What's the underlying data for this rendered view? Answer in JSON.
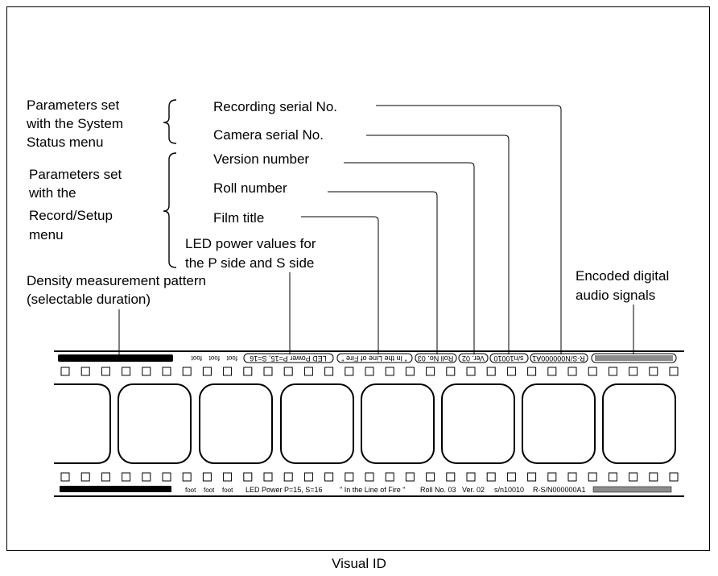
{
  "caption": "Visual ID",
  "group_labels": {
    "system_status": [
      "Parameters set",
      "with the System",
      "Status menu"
    ],
    "record_setup": [
      "Parameters set",
      "with the",
      "Record/Setup",
      "menu"
    ]
  },
  "callouts": {
    "recording_serial": "Recording serial No.",
    "camera_serial": "Camera serial No.",
    "version_number": "Version number",
    "roll_number": "Roll number",
    "film_title": "Film title",
    "led_power": [
      "LED power values for",
      "the P side and S side"
    ],
    "density": [
      "Density measurement pattern",
      "(selectable duration)"
    ],
    "encoded_audio": [
      "Encoded digital",
      "audio signals"
    ]
  },
  "strip_top": {
    "foot_marks": [
      "foot",
      "foot",
      "foot"
    ],
    "led_power": "LED Power P=15, S=16",
    "title": "\" In the Line of Fire \"",
    "roll": "Roll No. 03",
    "version": "Ver. 02",
    "camera_serial": "s/n10010",
    "recording_serial": "R-S/N000000A1"
  },
  "strip_bottom": {
    "foot_marks": [
      "foot",
      "foot",
      "foot"
    ],
    "led_power": "LED Power P=15, S=16",
    "title": "\" In the Line of Fire \"",
    "roll": "Roll No. 03",
    "version": "Ver. 02",
    "camera_serial": "s/n10010",
    "recording_serial": "R-S/N000000A1"
  },
  "colors": {
    "audio_bar": "#8c8c8c",
    "density_bar": "#000000"
  }
}
